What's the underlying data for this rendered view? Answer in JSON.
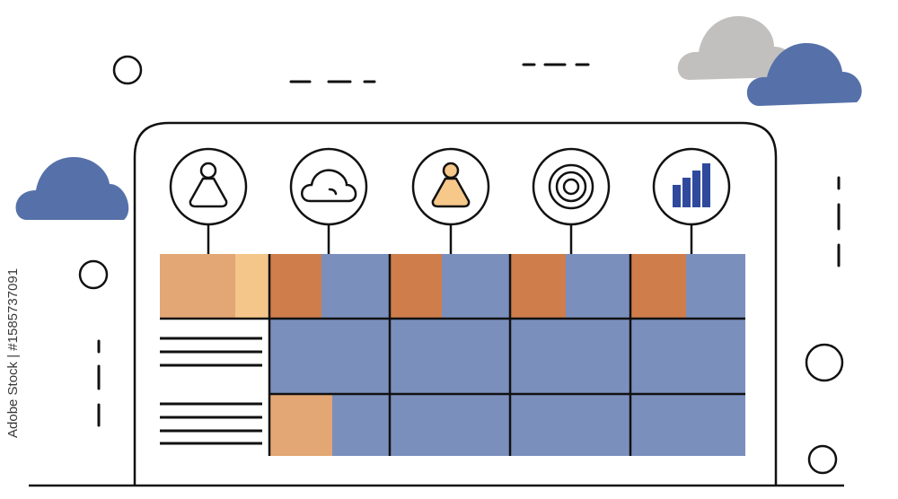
{
  "watermark": {
    "text": "Adobe Stock | #1585737091"
  },
  "colors": {
    "stroke": "#111111",
    "blue": "#7b8fbd",
    "cloud_blue": "#5671a9",
    "cloud_gray": "#c2c0bf",
    "orange_dark": "#cf7d4b",
    "orange_mid": "#e2a774",
    "orange_light": "#f4c689",
    "user_fill": "#f6c88a",
    "bar_icon": "#2f4a9c"
  },
  "icons": [
    {
      "name": "user-outline-icon"
    },
    {
      "name": "cloud-icon"
    },
    {
      "name": "user-filled-icon"
    },
    {
      "name": "target-icon"
    },
    {
      "name": "bar-chart-icon"
    }
  ],
  "table": {
    "columns": 5,
    "rows": 3,
    "row_label_lines": 3
  }
}
